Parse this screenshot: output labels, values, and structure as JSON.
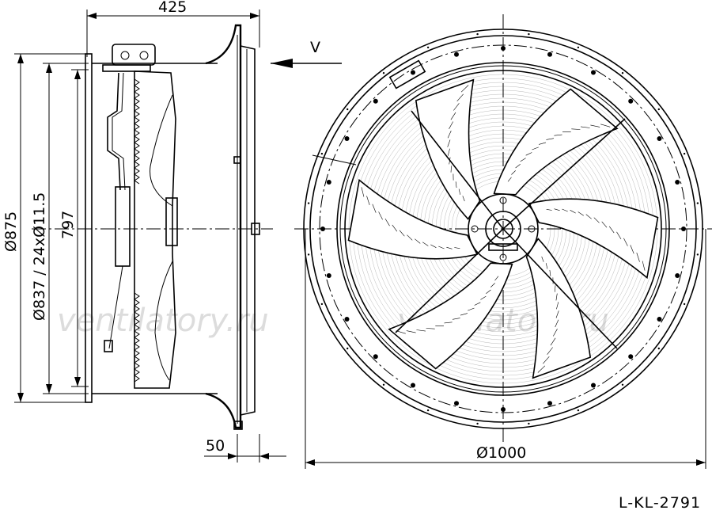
{
  "dimensions": {
    "overall_depth": "425",
    "outer_diameter": "Ø875",
    "bolt_circle": "Ø837 / 24xØ11.5",
    "inner_diameter": "797",
    "flange_offset": "50",
    "guard_diameter": "Ø1000"
  },
  "view_label": "V",
  "drawing_code": "L-KL-2791",
  "watermark": "ventilatory.ru",
  "colors": {
    "line": "#000000",
    "watermark": "#d6d6d6",
    "background": "#ffffff"
  }
}
